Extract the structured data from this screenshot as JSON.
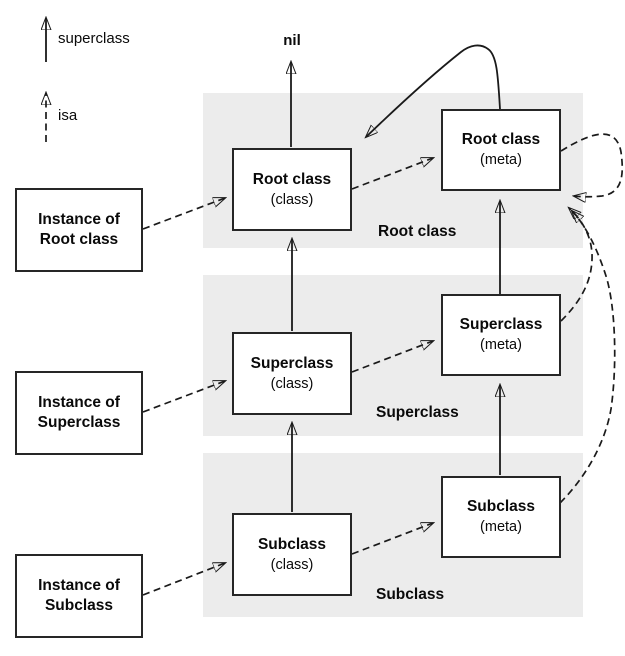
{
  "legend": {
    "superclass": "superclass",
    "isa": "isa"
  },
  "nil": {
    "label": "nil"
  },
  "bands": [
    {
      "label": "Root class"
    },
    {
      "label": "Superclass"
    },
    {
      "label": "Subclass"
    }
  ],
  "instances": [
    {
      "line1": "Instance of",
      "line2": "Root class"
    },
    {
      "line1": "Instance of",
      "line2": "Superclass"
    },
    {
      "line1": "Instance of",
      "line2": "Subclass"
    }
  ],
  "classes": [
    {
      "name": "Root class",
      "kind": "(class)"
    },
    {
      "name": "Superclass",
      "kind": "(class)"
    },
    {
      "name": "Subclass",
      "kind": "(class)"
    }
  ],
  "metas": [
    {
      "name": "Root class",
      "kind": "(meta)"
    },
    {
      "name": "Superclass",
      "kind": "(meta)"
    },
    {
      "name": "Subclass",
      "kind": "(meta)"
    }
  ],
  "colors": {
    "band": "#ececec",
    "line": "#1a1a1a",
    "box_border": "#262626",
    "box_bg": "#ffffff",
    "text": "#0a0a0a",
    "bg": "#ffffff"
  }
}
